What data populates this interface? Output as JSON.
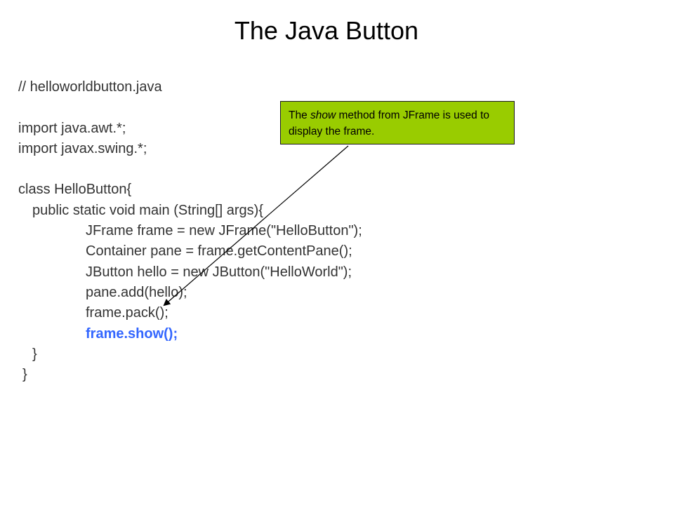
{
  "slide": {
    "title": "The Java Button",
    "code_lines": [
      "// helloworldbutton.java",
      "",
      "import java.awt.*;",
      "import javax.swing.*;",
      "",
      "class HelloButton{",
      "public static void main (String[] args){",
      "JFrame frame = new JFrame(\"HelloButton\");",
      "Container pane = frame.getContentPane();",
      "JButton hello = new JButton(\"HelloWorld\");",
      "pane.add(hello);",
      "frame.pack();",
      "frame.show();",
      "}",
      "}"
    ],
    "callout": {
      "prefix": "The ",
      "emphasis": "show",
      "suffix": "  method from JFrame is used to display the frame.",
      "background_color": "#99cc00"
    },
    "highlight_color": "#3366ff"
  }
}
